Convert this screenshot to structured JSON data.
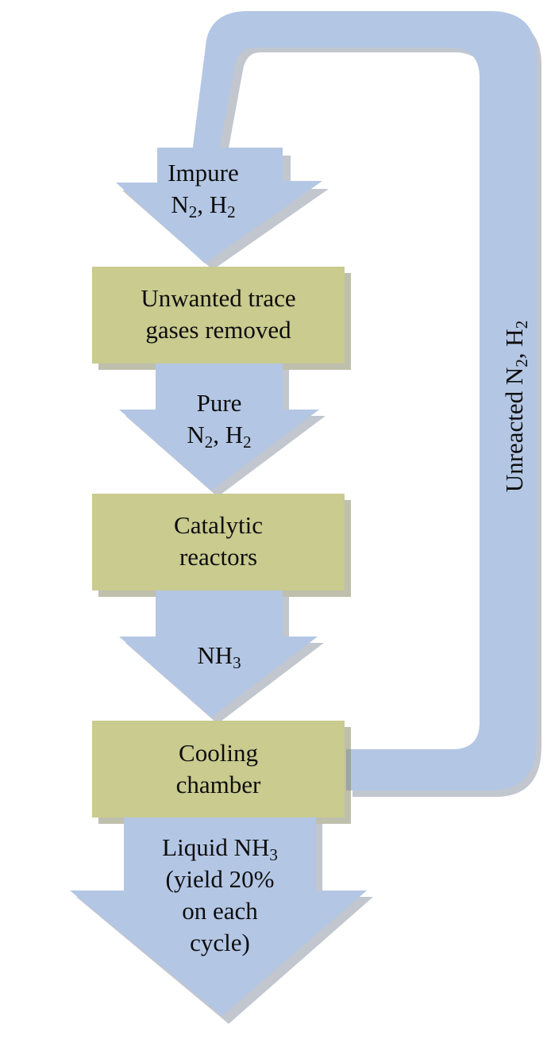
{
  "nodes": {
    "impure_feed": {
      "line1": "Impure",
      "species": [
        {
          "symbol": "N",
          "subscript": "2",
          "separator": ", "
        },
        {
          "symbol": "H",
          "subscript": "2",
          "separator": ""
        }
      ]
    },
    "trace_gas_removal": {
      "line1": "Unwanted trace",
      "line2": "gases removed"
    },
    "pure_feed": {
      "line1": "Pure",
      "species": [
        {
          "symbol": "N",
          "subscript": "2",
          "separator": ", "
        },
        {
          "symbol": "H",
          "subscript": "2",
          "separator": ""
        }
      ]
    },
    "catalytic_reactors": {
      "line1": "Catalytic",
      "line2": "reactors"
    },
    "ammonia": {
      "symbol": "NH",
      "subscript": "3"
    },
    "cooling_chamber": {
      "line1": "Cooling",
      "line2": "chamber"
    },
    "liquid_ammonia_output": {
      "line1_prefix": "Liquid NH",
      "line1_subscript": "3",
      "line2": "(yield 20%",
      "line3": "on each",
      "line4": "cycle)"
    },
    "recycle": {
      "prefix": "Unreacted N",
      "sub1": "2",
      "middle": ", H",
      "sub2": "2"
    }
  },
  "colors": {
    "arrow": "#b3c6e4",
    "box": "#c9cb8f",
    "text": "#0d0d0d"
  }
}
